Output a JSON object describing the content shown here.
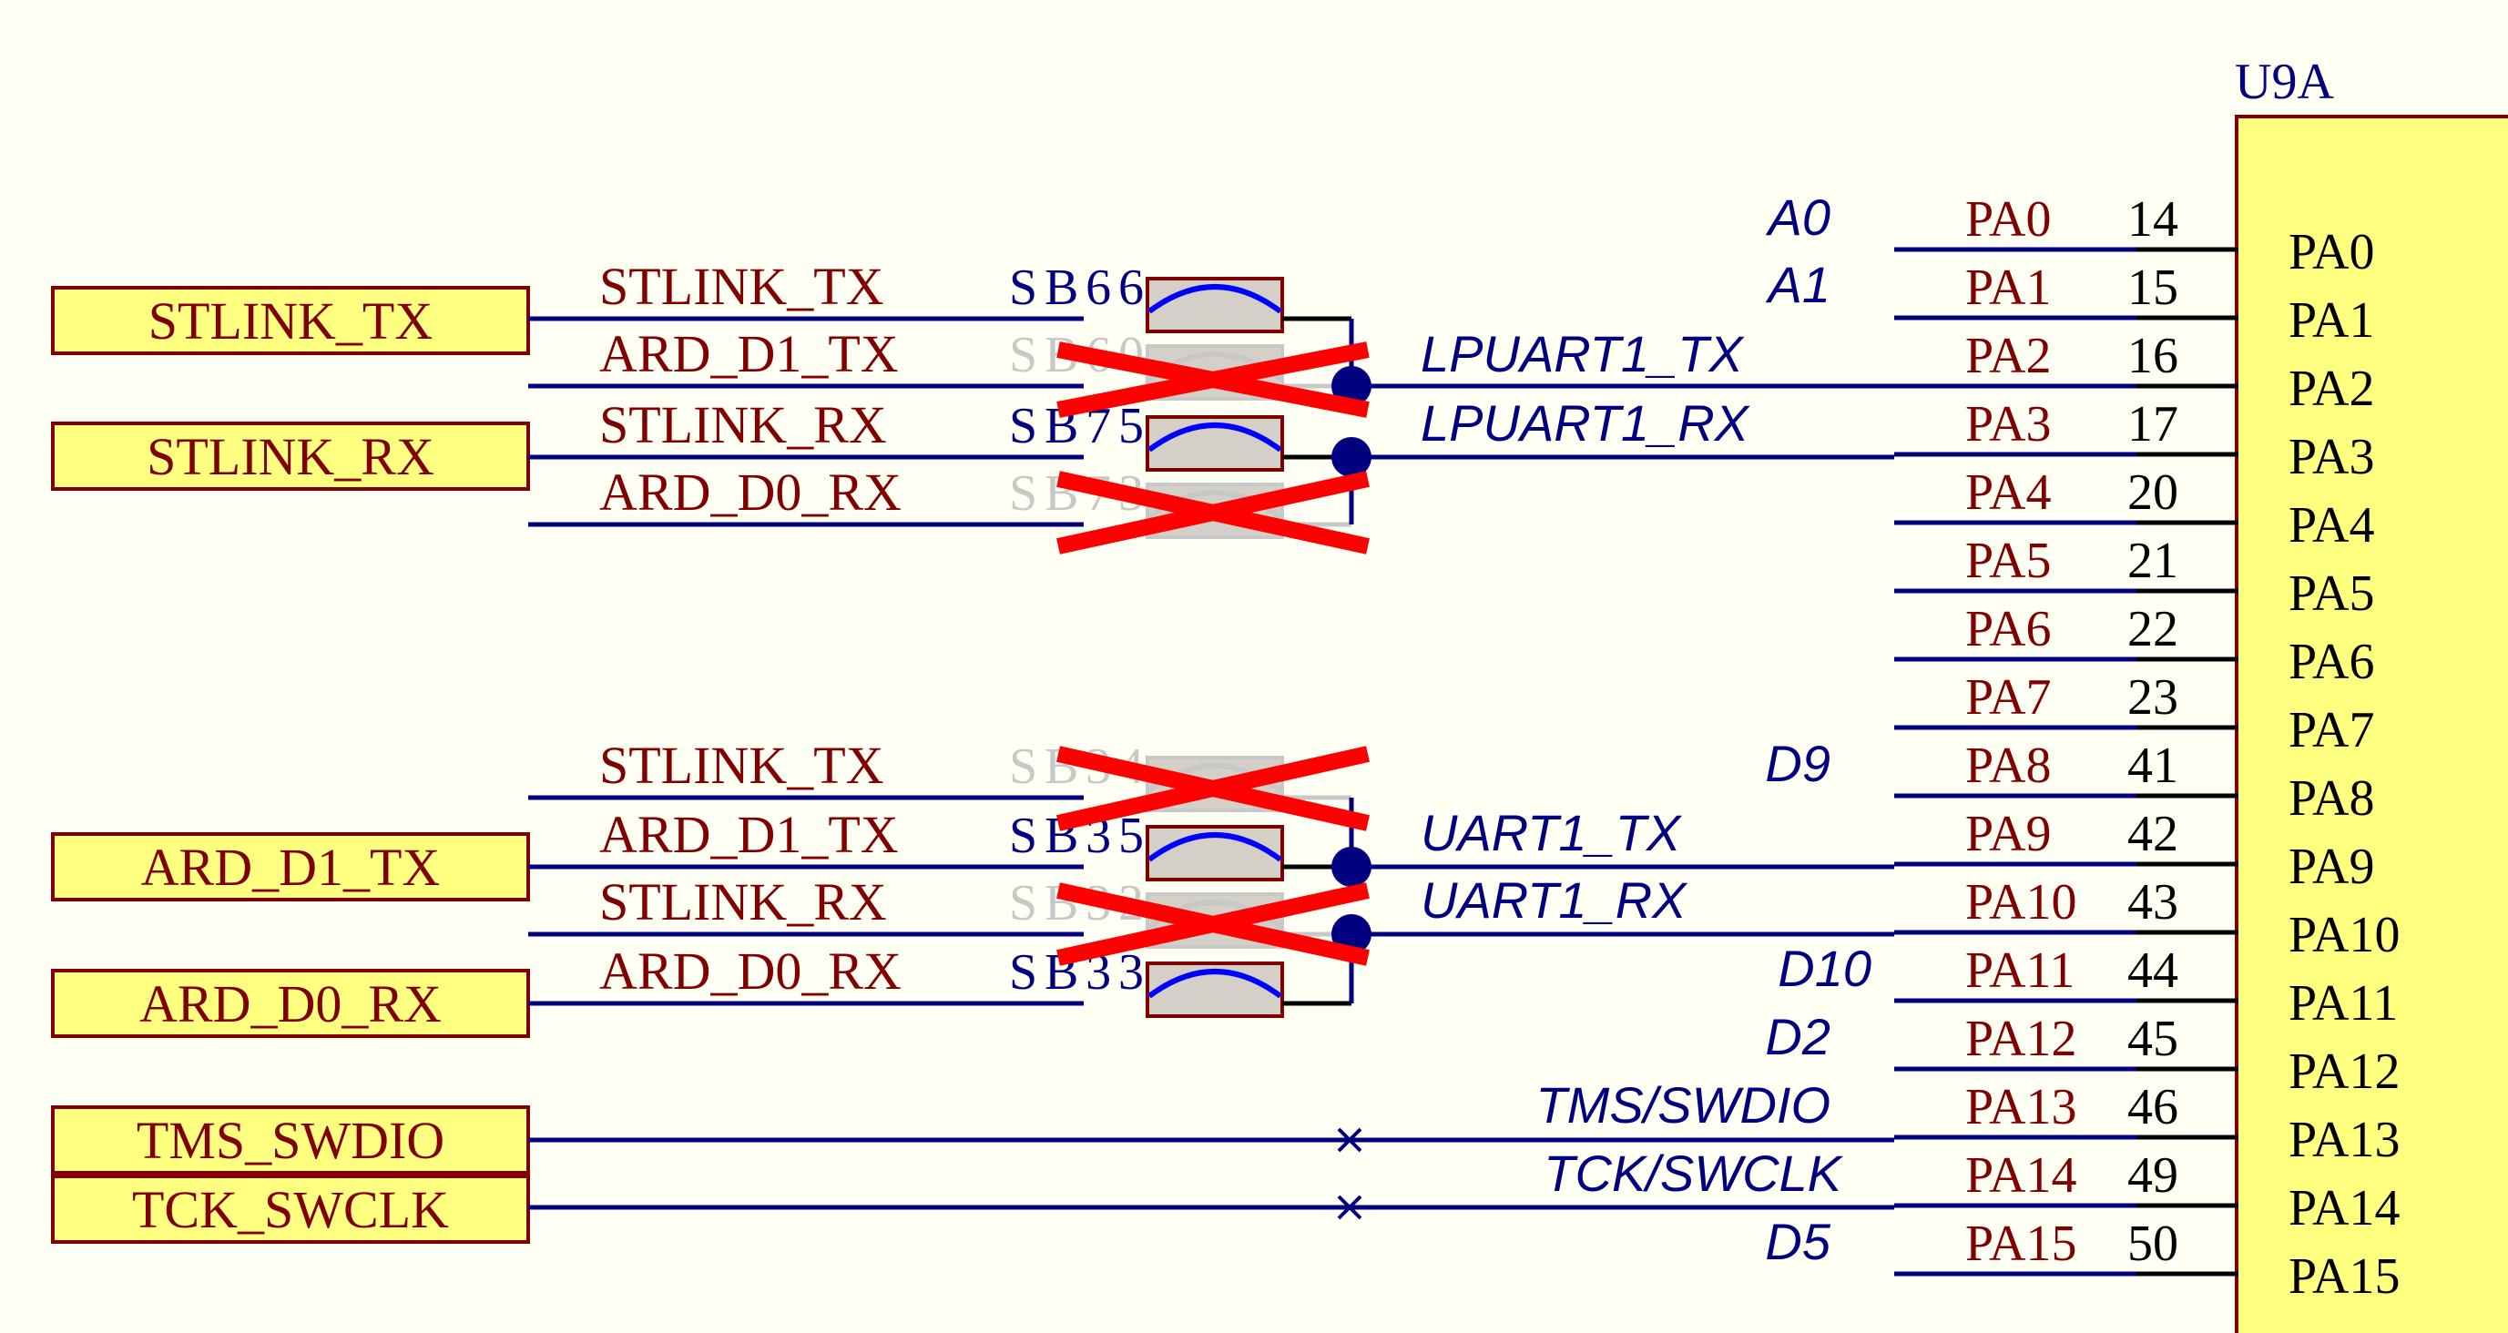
{
  "colors": {
    "background": "#FFFFF3",
    "wire": "#000080",
    "port_fill": "#FFFF80",
    "port_border": "#800000",
    "net_label": "#000080",
    "signal_label": "#800000",
    "pin_line": "#000000",
    "cross": "#FF0000",
    "bridge_closed": "#0000FF",
    "bridge_fill": "#D4D0C8"
  },
  "component": {
    "designator": "U9A"
  },
  "ports": [
    "STLINK_TX",
    "STLINK_RX",
    "ARD_D1_TX",
    "ARD_D0_RX",
    "TMS_SWDIO",
    "TCK_SWCLK"
  ],
  "solder_bridges": [
    {
      "ref": "SB66",
      "signal": "STLINK_TX",
      "state": "closed"
    },
    {
      "ref": "SB60",
      "signal": "ARD_D1_TX",
      "state": "open"
    },
    {
      "ref": "SB75",
      "signal": "STLINK_RX",
      "state": "closed"
    },
    {
      "ref": "SB73",
      "signal": "ARD_D0_RX",
      "state": "open"
    },
    {
      "ref": "SB34",
      "signal": "STLINK_TX",
      "state": "open"
    },
    {
      "ref": "SB35",
      "signal": "ARD_D1_TX",
      "state": "closed"
    },
    {
      "ref": "SB32",
      "signal": "STLINK_RX",
      "state": "open"
    },
    {
      "ref": "SB33",
      "signal": "ARD_D0_RX",
      "state": "closed"
    }
  ],
  "net_labels": [
    "A0",
    "A1",
    "LPUART1_TX",
    "LPUART1_RX",
    "D9",
    "UART1_TX",
    "UART1_RX",
    "D10",
    "D2",
    "TMS/SWDIO",
    "TCK/SWCLK",
    "D5"
  ],
  "pins": [
    {
      "net": "PA0",
      "number": "14",
      "name": "PA0"
    },
    {
      "net": "PA1",
      "number": "15",
      "name": "PA1"
    },
    {
      "net": "PA2",
      "number": "16",
      "name": "PA2"
    },
    {
      "net": "PA3",
      "number": "17",
      "name": "PA3"
    },
    {
      "net": "PA4",
      "number": "20",
      "name": "PA4"
    },
    {
      "net": "PA5",
      "number": "21",
      "name": "PA5"
    },
    {
      "net": "PA6",
      "number": "22",
      "name": "PA6"
    },
    {
      "net": "PA7",
      "number": "23",
      "name": "PA7"
    },
    {
      "net": "PA8",
      "number": "41",
      "name": "PA8"
    },
    {
      "net": "PA9",
      "number": "42",
      "name": "PA9"
    },
    {
      "net": "PA10",
      "number": "43",
      "name": "PA10"
    },
    {
      "net": "PA11",
      "number": "44",
      "name": "PA11"
    },
    {
      "net": "PA12",
      "number": "45",
      "name": "PA12"
    },
    {
      "net": "PA13",
      "number": "46",
      "name": "PA13"
    },
    {
      "net": "PA14",
      "number": "49",
      "name": "PA14"
    },
    {
      "net": "PA15",
      "number": "50",
      "name": "PA15"
    }
  ]
}
